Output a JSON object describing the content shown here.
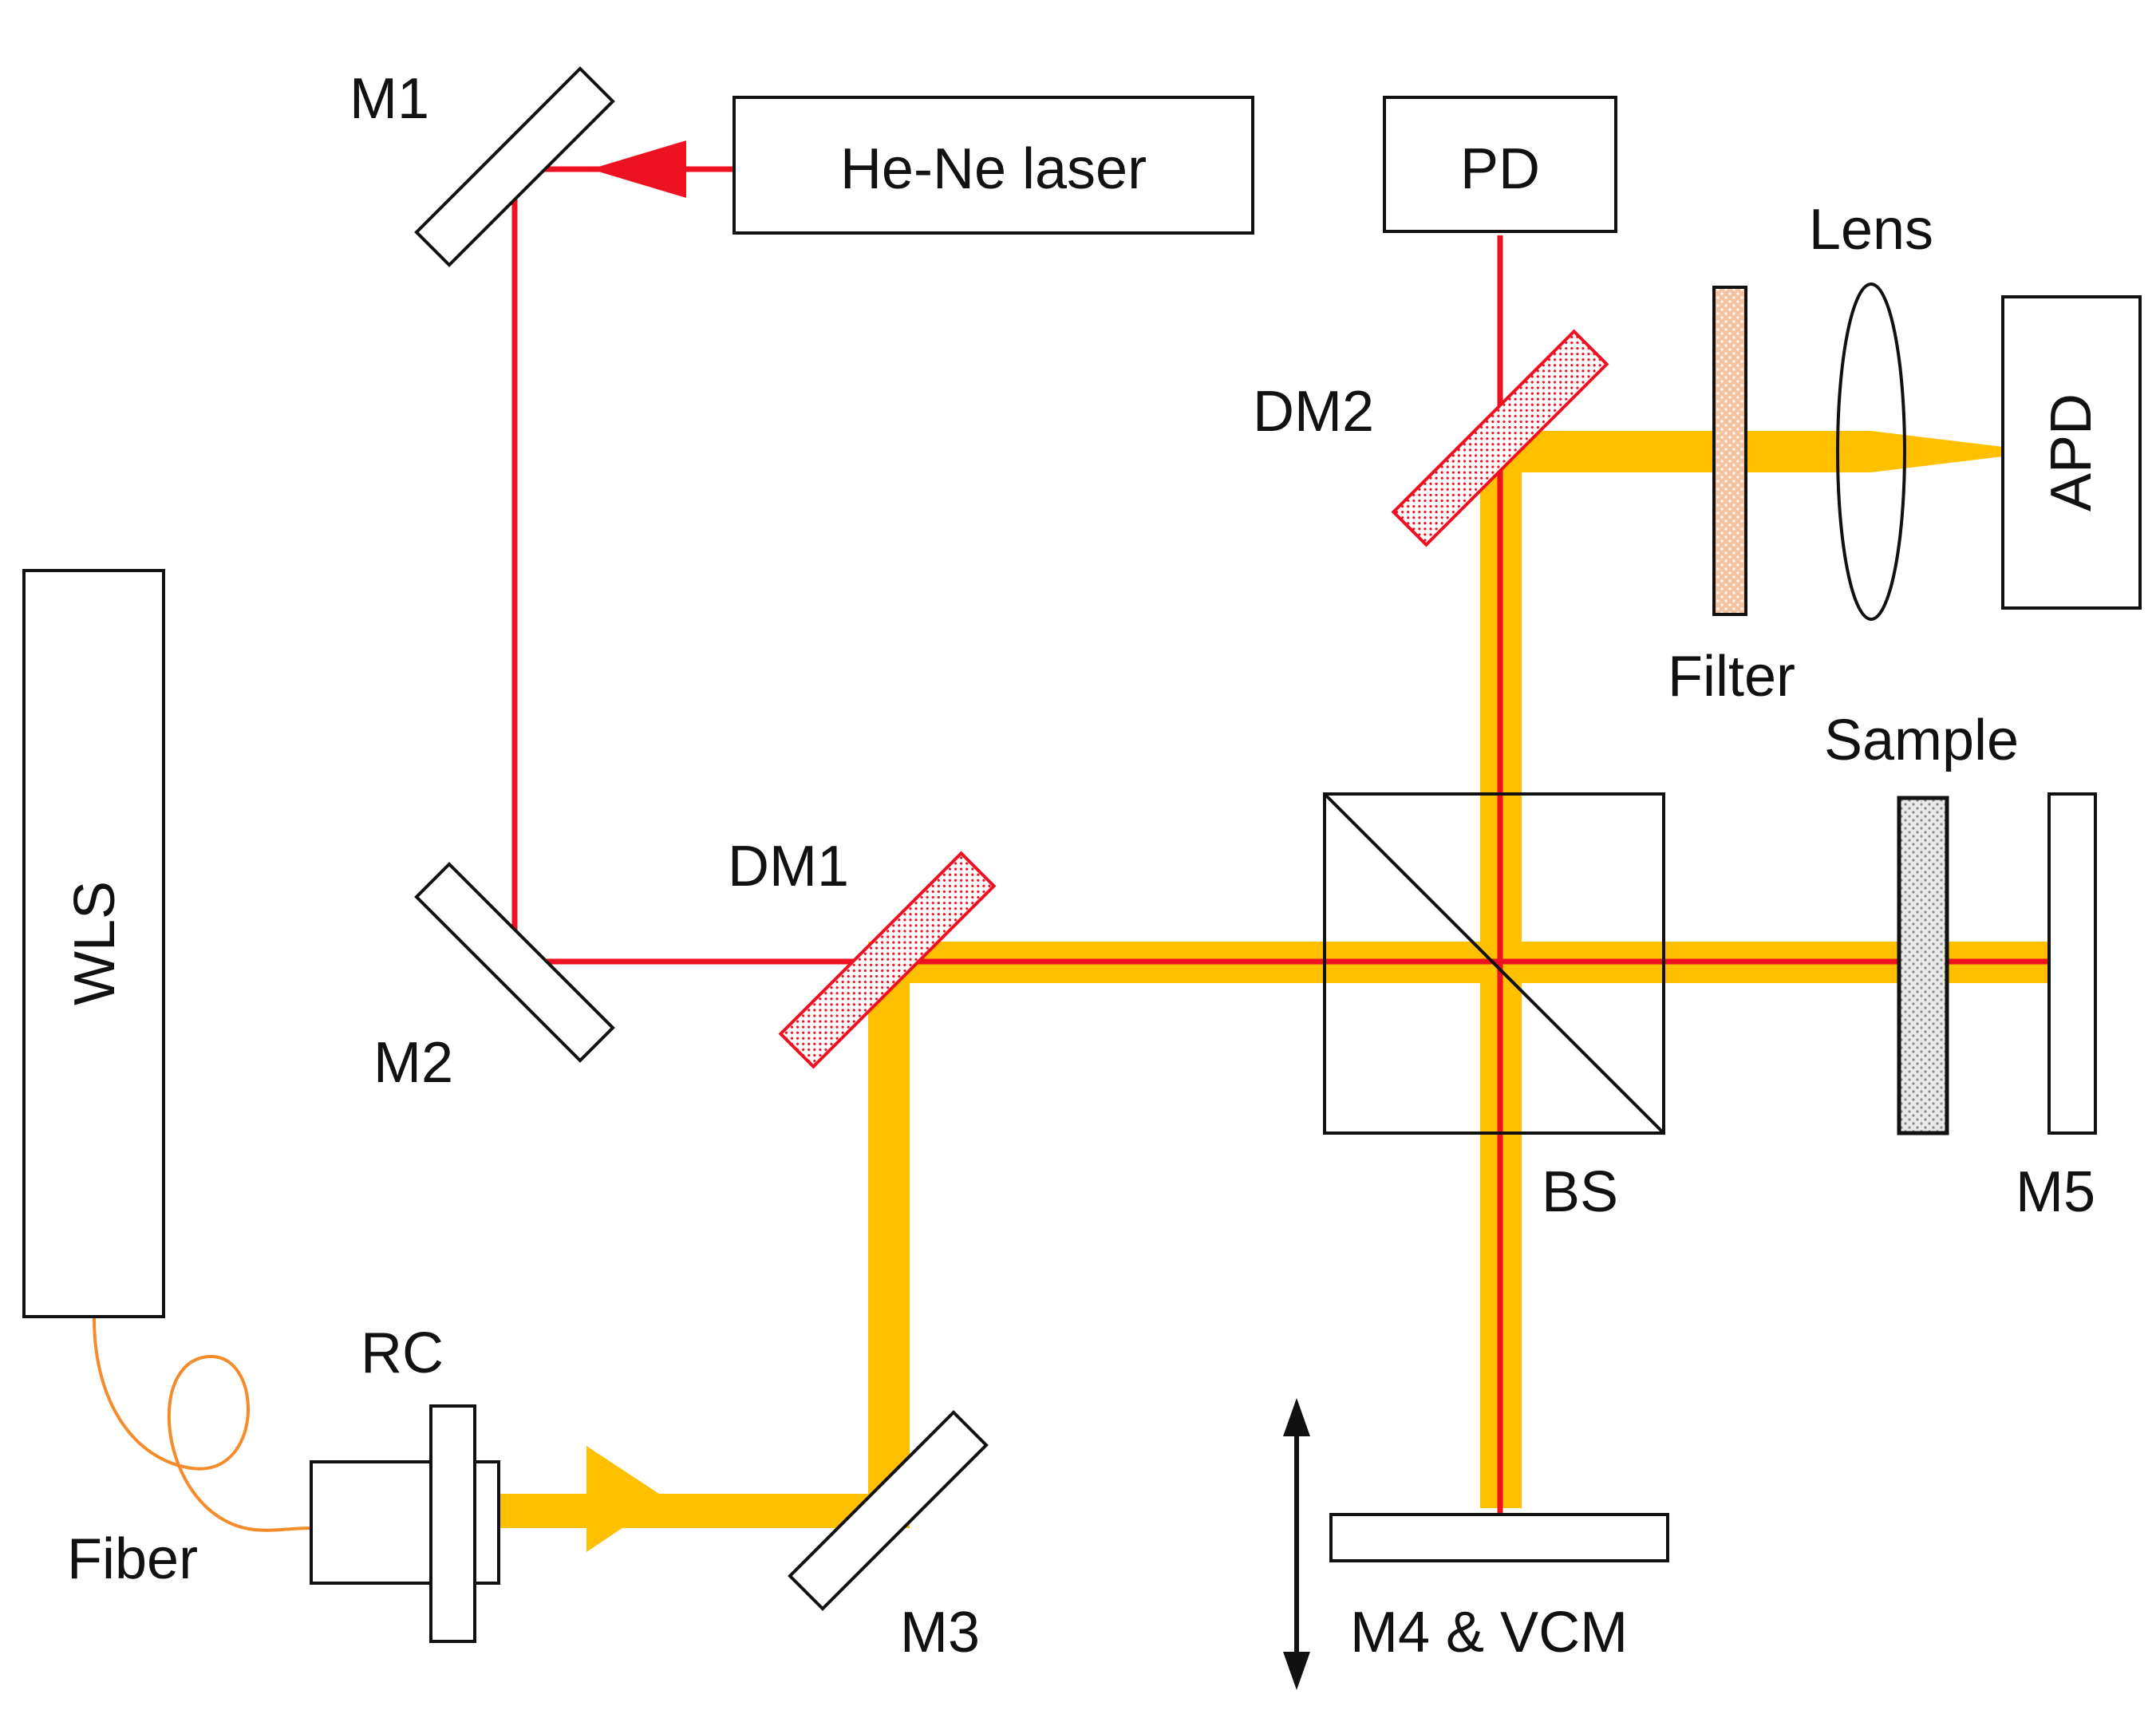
{
  "labels": {
    "m1": "M1",
    "m2": "M2",
    "m3": "M3",
    "m4": "M4 & VCM",
    "m5": "M5",
    "he_ne_laser": "He-Ne laser",
    "pd": "PD",
    "lens": "Lens",
    "apd": "APD",
    "dm1": "DM1",
    "dm2": "DM2",
    "filter": "Filter",
    "sample": "Sample",
    "bs": "BS",
    "wls": "WLS",
    "rc": "RC",
    "fiber": "Fiber"
  },
  "colors": {
    "laser_beam": "#ee1122",
    "white_light_beam": "#ffc000",
    "fiber": "#f58b2a",
    "filter_fill": "#f6c3a0",
    "outline": "#111111"
  }
}
